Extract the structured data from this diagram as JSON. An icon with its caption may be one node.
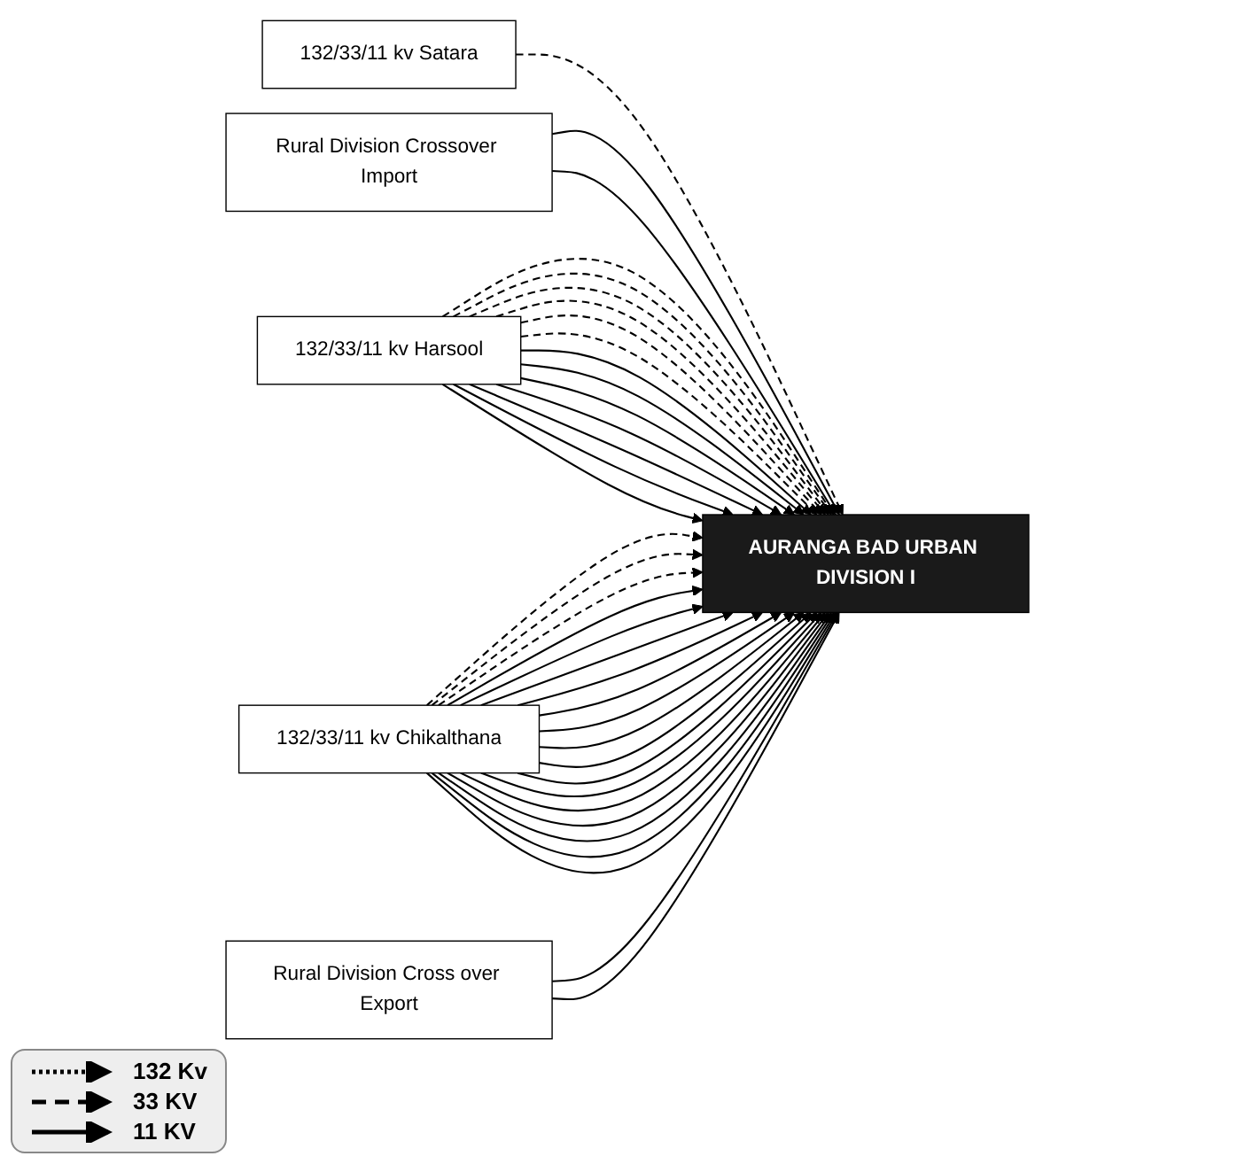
{
  "diagram": {
    "nodes": [
      {
        "text": [
          "132/33/11 kv Satara"
        ]
      },
      {
        "text": [
          "AURANGA BAD URBAN DIVISION I"
        ]
      },
      {
        "text": [
          "Rural Division Crossover Import"
        ]
      },
      {
        "text": [
          "132/33/11 kv Harsool"
        ]
      },
      {
        "text": [
          "132/33/11 kv Chikalthana"
        ]
      },
      {
        "text": [
          "Rural Division Cross over Export"
        ]
      }
    ],
    "edges": [
      {
        "from": 0,
        "to": 1,
        "arrow": "to",
        "style": "dashed"
      },
      {
        "from": 2,
        "to": 1,
        "arrow": "to"
      },
      {
        "from": 2,
        "to": 1,
        "arrow": "to"
      },
      {
        "from": 3,
        "to": 1,
        "arrow": "to",
        "style": "dashed"
      },
      {
        "from": 3,
        "to": 1,
        "arrow": "to",
        "style": "dashed"
      },
      {
        "from": 3,
        "to": 1,
        "arrow": "to",
        "style": "dashed"
      },
      {
        "from": 3,
        "to": 1,
        "arrow": "to",
        "style": "dashed"
      },
      {
        "from": 3,
        "to": 1,
        "arrow": "to",
        "style": "dashed"
      },
      {
        "from": 3,
        "to": 1,
        "arrow": "to",
        "style": "dashed"
      },
      {
        "from": 3,
        "to": 1,
        "arrow": "to"
      },
      {
        "from": 3,
        "to": 1,
        "arrow": "to"
      },
      {
        "from": 3,
        "to": 1,
        "arrow": "to"
      },
      {
        "from": 3,
        "to": 1,
        "arrow": "to"
      },
      {
        "from": 3,
        "to": 1,
        "arrow": "to"
      },
      {
        "from": 3,
        "to": 1,
        "arrow": "to"
      },
      {
        "from": 3,
        "to": 1,
        "arrow": "to"
      },
      {
        "from": 4,
        "to": 1,
        "arrow": "to",
        "style": "dashed"
      },
      {
        "from": 4,
        "to": 1,
        "arrow": "to",
        "style": "dashed"
      },
      {
        "from": 4,
        "to": 1,
        "arrow": "to",
        "style": "dashed"
      },
      {
        "from": 4,
        "to": 1,
        "arrow": "to"
      },
      {
        "from": 4,
        "to": 1,
        "arrow": "to"
      },
      {
        "from": 4,
        "to": 1,
        "arrow": "to"
      },
      {
        "from": 4,
        "to": 1,
        "arrow": "to"
      },
      {
        "from": 4,
        "to": 1,
        "arrow": "to"
      },
      {
        "from": 4,
        "to": 1,
        "arrow": "to"
      },
      {
        "from": 4,
        "to": 1,
        "arrow": "to"
      },
      {
        "from": 4,
        "to": 1,
        "arrow": "to"
      },
      {
        "from": 4,
        "to": 1,
        "arrow": "to"
      },
      {
        "from": 4,
        "to": 1,
        "arrow": "to"
      },
      {
        "from": 4,
        "to": 1,
        "arrow": "to"
      },
      {
        "from": 4,
        "to": 1,
        "arrow": "to"
      },
      {
        "from": 4,
        "to": 1,
        "arrow": "to"
      },
      {
        "from": 4,
        "to": 1,
        "arrow": "to"
      },
      {
        "from": 4,
        "to": 1,
        "arrow": "to"
      },
      {
        "from": 5,
        "to": 1,
        "arrow": "to"
      },
      {
        "from": 5,
        "to": 1,
        "arrow": "to"
      }
    ],
    "legend": [
      {
        "text": "132 Kv"
      },
      {
        "text": "33 KV"
      },
      {
        "text": "11 KV"
      }
    ]
  }
}
